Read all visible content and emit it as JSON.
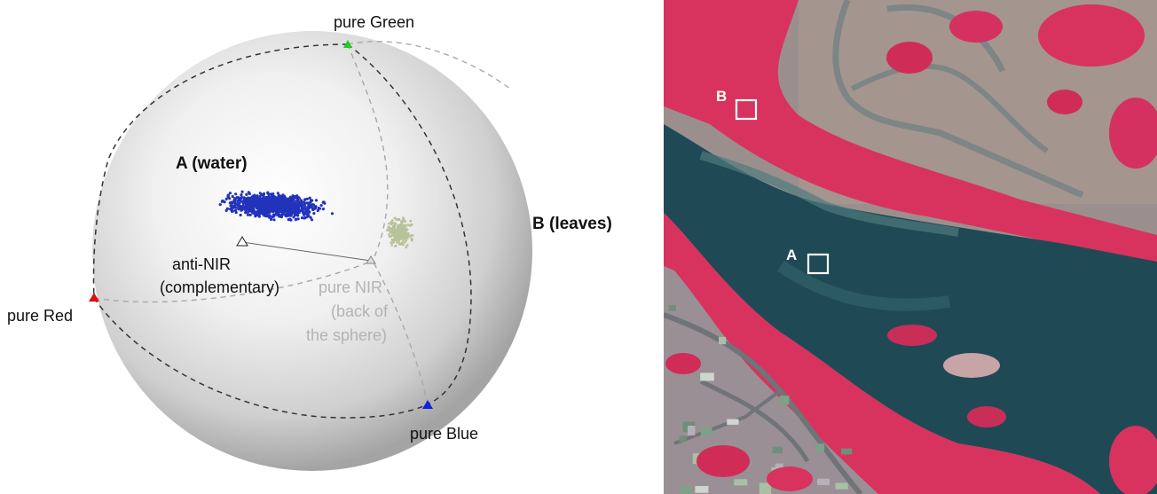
{
  "sphere": {
    "label_green": "pure Green",
    "label_red": "pure Red",
    "label_blue": "pure Blue",
    "label_water": "A (water)",
    "label_leaves": "B (leaves)",
    "label_antinir_1": "anti-NIR",
    "label_antinir_2": "(complementary)",
    "label_nir_1": "pure NIR",
    "label_nir_2": "(back of",
    "label_nir_3": "the sphere)"
  },
  "photo": {
    "box_a_label": "A",
    "box_b_label": "B"
  },
  "colors": {
    "water_points": "#2233bb",
    "leaves_points": "#b8c29a",
    "green_marker": "#22cc22",
    "red_marker": "#dd1111",
    "blue_marker": "#1122dd",
    "vegetation": "#d8335e",
    "water": "#1f4a55"
  }
}
